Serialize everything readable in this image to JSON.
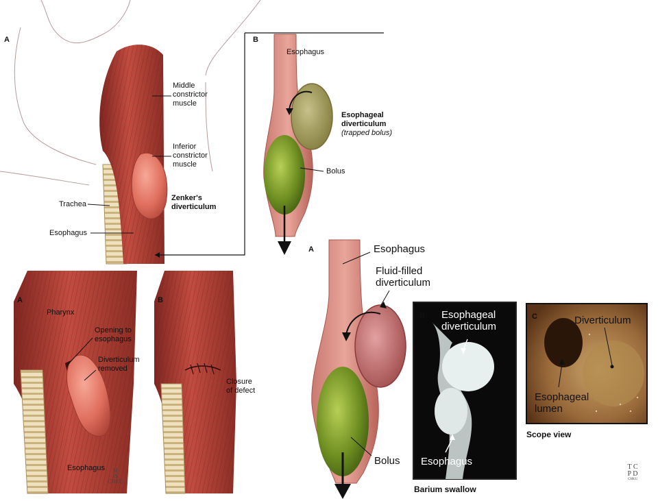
{
  "panel_top_left": {
    "letter": "A",
    "labels": {
      "middle_constrictor": "Middle\nconstrictor\nmuscle",
      "inferior_constrictor": "Inferior\nconstrictor\nmuscle",
      "zenkers": "Zenker's\ndiverticulum",
      "trachea": "Trachea",
      "esophagus": "Esophagus"
    }
  },
  "panel_top_right": {
    "letter": "B",
    "labels": {
      "esophagus": "Esophagus",
      "diverticulum_title": "Esophageal\ndiverticulum",
      "diverticulum_note": "(trapped bolus)",
      "bolus": "Bolus"
    }
  },
  "panel_surgery_a": {
    "letter": "A",
    "labels": {
      "pharynx": "Pharynx",
      "opening": "Opening to\nesophagus",
      "removed": "Diverticulum\nremoved",
      "esophagus": "Esophagus"
    },
    "signature": "M\nIS\nCHKU"
  },
  "panel_surgery_b": {
    "letter": "B",
    "labels": {
      "closure": "Closure\nof defect"
    }
  },
  "panel_large": {
    "letter": "A",
    "labels": {
      "esophagus": "Esophagus",
      "fluid": "Fluid-filled\ndiverticulum",
      "bolus": "Bolus"
    }
  },
  "panel_barium": {
    "letter": "B",
    "labels": {
      "diverticulum": "Esophageal\ndiverticulum",
      "esophagus": "Esophagus"
    },
    "caption": "Barium swallow"
  },
  "panel_scope": {
    "letter": "C",
    "labels": {
      "diverticulum": "Diverticulum",
      "lumen": "Esophageal\nlumen"
    },
    "caption": "Scope view"
  },
  "logo": {
    "line1": "T C",
    "line2": "P D",
    "line3": "CHKU"
  },
  "colors": {
    "muscle": "#b5433a",
    "muscle_dark": "#7e2620",
    "diverticulum": "#e07060",
    "bolus": "#7a9a2a",
    "trachea": "#e6d6b0"
  }
}
